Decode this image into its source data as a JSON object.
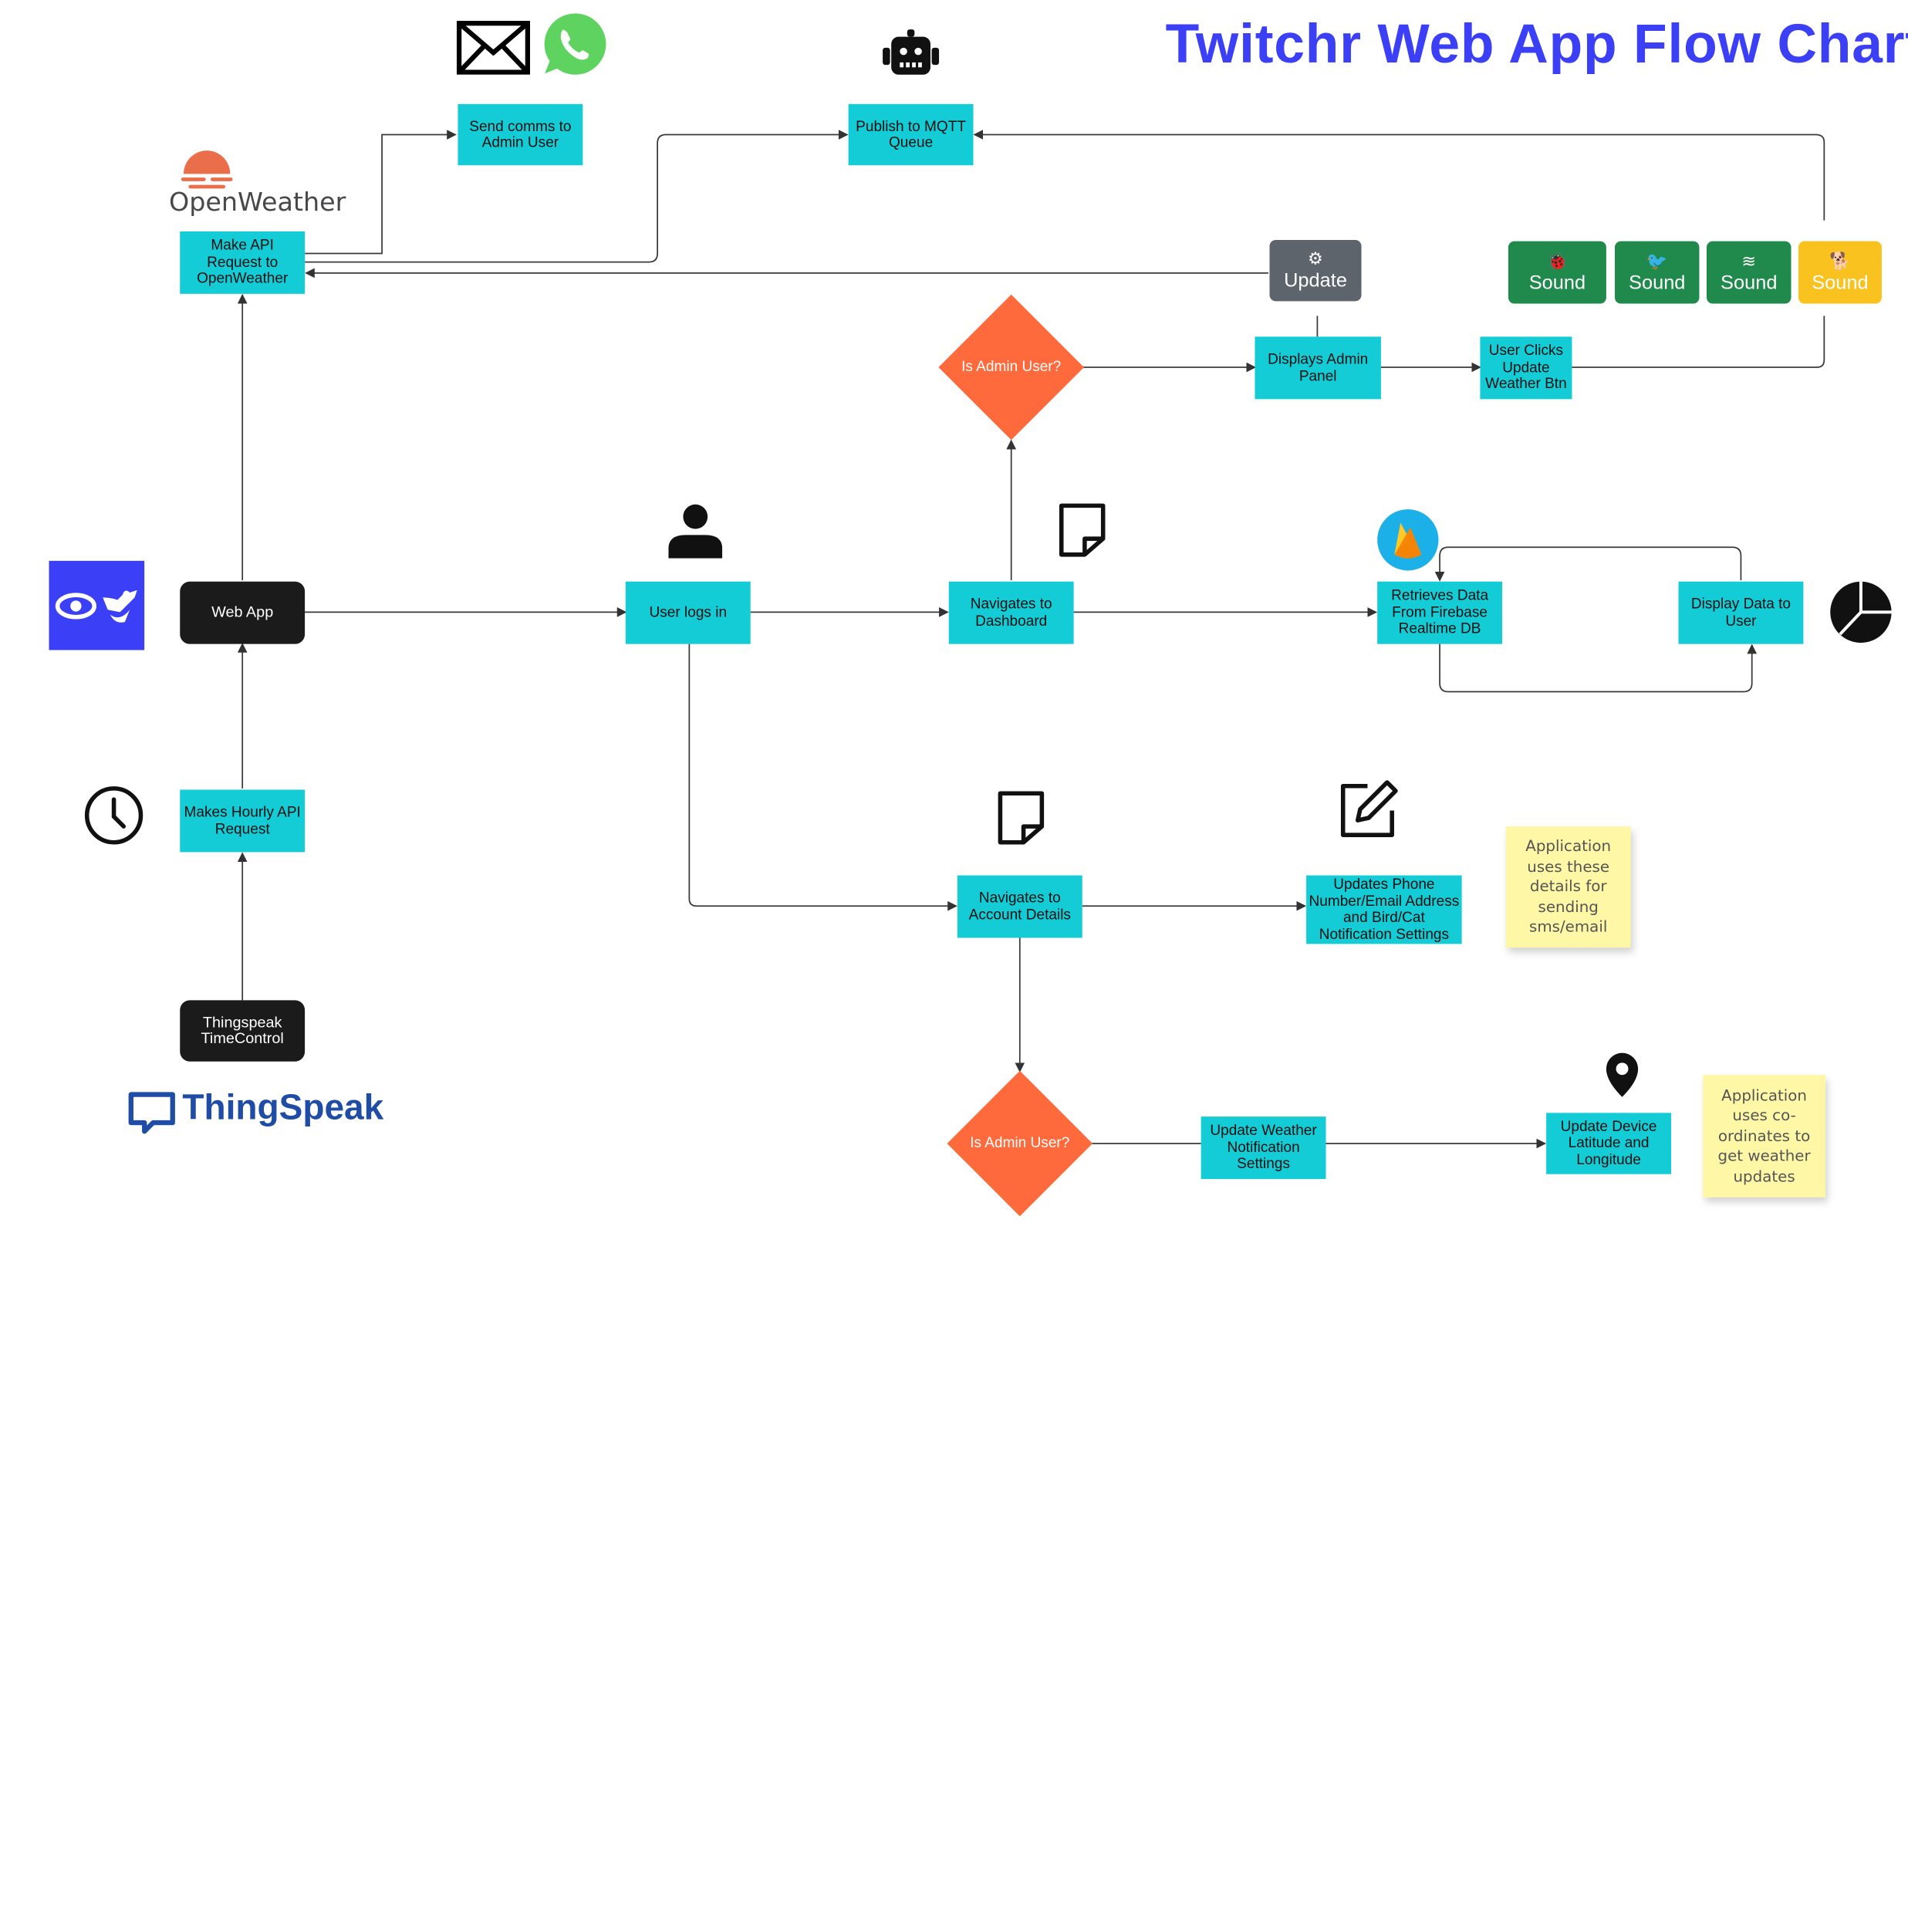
{
  "title": "Twitchr Web App Flow Chart",
  "logos": {
    "openweather": "OpenWeather",
    "thingspeak": "ThingSpeak"
  },
  "nodes": {
    "send_comms": "Send comms to Admin User",
    "publish_mqtt": "Publish to MQTT Queue",
    "make_api": "Make API Request to OpenWeather",
    "is_admin_top": "Is Admin User?",
    "displays_admin": "Displays Admin Panel",
    "user_clicks": "User Clicks Update Weather Btn",
    "web_app": "Web App",
    "user_logs_in": "User logs in",
    "navigates_dashboard": "Navigates to Dashboard",
    "retrieves_data": "Retrieves Data From Firebase Realtime DB",
    "display_data": "Display Data to User",
    "makes_hourly": "Makes Hourly API Request",
    "thingspeak_tc": "Thingspeak TimeControl",
    "navigates_account": "Navigates to Account Details",
    "updates_phone": "Updates Phone Number/Email Address and Bird/Cat Notification Settings",
    "is_admin_bottom": "Is Admin User?",
    "update_weather_notif": "Update Weather Notification Settings",
    "update_device": "Update Device Latitude and Longitude"
  },
  "buttons": {
    "update": "Update",
    "sound_1": "Sound",
    "sound_2": "Sound",
    "sound_3": "Sound",
    "sound_4": "Sound"
  },
  "notes": {
    "note_1": "Application uses these details for sending sms/email",
    "note_2": "Application uses co-ordinates to get weather updates"
  },
  "icons": [
    "mail-icon",
    "whatsapp-icon",
    "robot-icon",
    "openweather-logo-icon",
    "eye-bird-icon",
    "clock-icon",
    "thingspeak-logo-icon",
    "user-icon",
    "document-icon",
    "firebase-icon",
    "pie-chart-icon",
    "edit-icon",
    "location-pin-icon",
    "gear-icon",
    "bug-icon",
    "bird-icon",
    "wind-icon",
    "dog-icon"
  ],
  "colors": {
    "teal": "#13ccd6",
    "orange": "#ff6a3d",
    "dark": "#1b1b1b",
    "green": "#1f8a4c",
    "yellow": "#f9c21e",
    "grey": "#5d646c",
    "title": "#3b3ff5",
    "note": "#fdf7a6"
  }
}
